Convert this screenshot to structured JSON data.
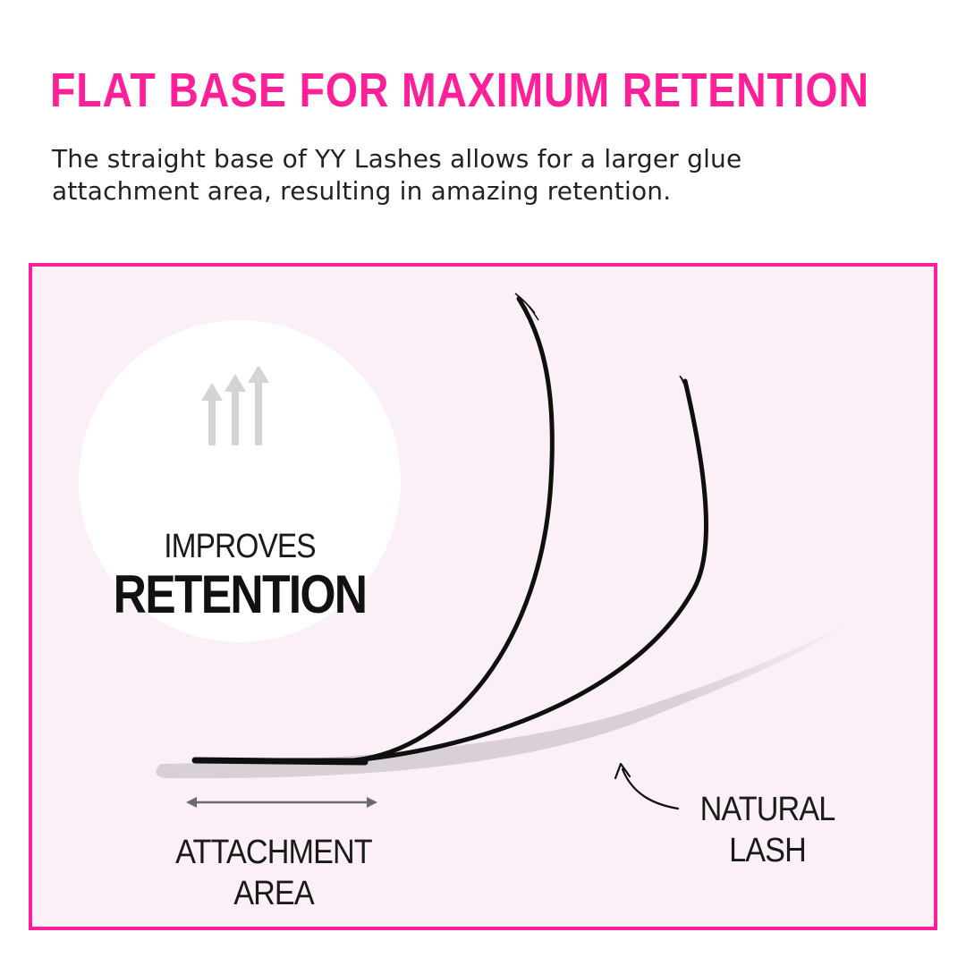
{
  "colors": {
    "brand_pink": "#ff1f99",
    "panel_background": "#fcf0f8",
    "lash_black": "#0f0f0f",
    "natural_lash_grey": "#d8d0d6",
    "arrow_grey": "#6b6b6b",
    "badge_arrow_grey": "#d4d4d4"
  },
  "header": {
    "title": "FLAT BASE FOR MAXIMUM RETENTION",
    "description_line1": "The straight base of YY Lashes allows for a larger glue",
    "description_line2": "attachment area, resulting in amazing retention."
  },
  "badge": {
    "icon": "triple-up-arrow-icon",
    "line1": "IMPROVES",
    "line2": "RETENTION"
  },
  "labels": {
    "attachment_line1": "ATTACHMENT",
    "attachment_line2": "AREA",
    "natural_line1": "NATURAL",
    "natural_line2": "LASH"
  }
}
